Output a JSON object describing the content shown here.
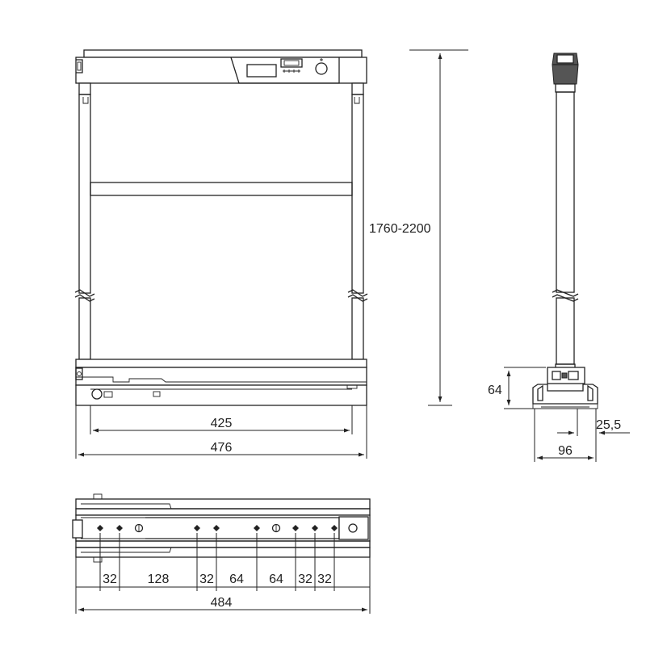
{
  "dimensions": {
    "height_range": "1760-2200",
    "front_inner_width": "425",
    "front_outer_width": "476",
    "side_height": "64",
    "side_offset": "25,5",
    "side_depth": "96",
    "rail_length": "484",
    "rail_spacings": [
      "32",
      "128",
      "32",
      "64",
      "64",
      "32",
      "32"
    ]
  },
  "colors": {
    "line": "#222222",
    "background": "#ffffff",
    "handle": "#555555"
  }
}
